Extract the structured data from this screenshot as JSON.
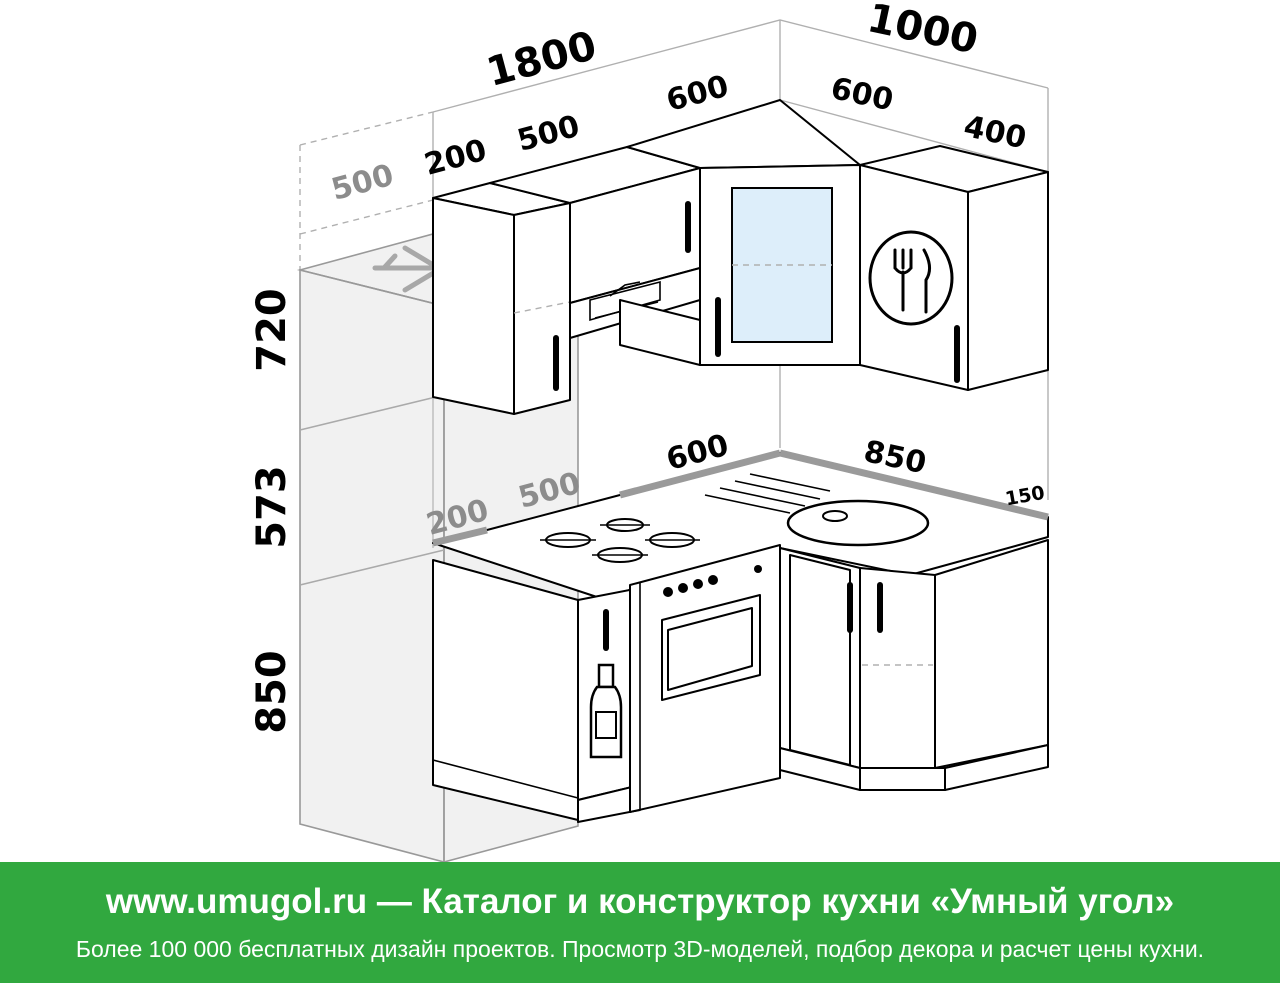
{
  "dimensions": {
    "overall_left_wall": "1800",
    "overall_right_wall": "1000",
    "top_segment_200": "200",
    "top_segment_500": "500",
    "top_segment_600_left": "600",
    "top_segment_600_right": "600",
    "top_segment_400": "400",
    "fridge_depth": "500",
    "height_upper": "720",
    "height_middle": "573",
    "height_lower": "850",
    "counter_200": "200",
    "counter_500": "500",
    "counter_600": "600",
    "counter_850": "850",
    "counter_150": "150"
  },
  "footer": {
    "title": "www.umugol.ru — Каталог и конструктор кухни «Умный угол»",
    "subtitle": "Более 100 000 бесплатных дизайн проектов. Просмотр 3D-моделей, подбор декора и расчет цены кухни.",
    "background": "#31a83f",
    "text_color": "#ffffff"
  }
}
